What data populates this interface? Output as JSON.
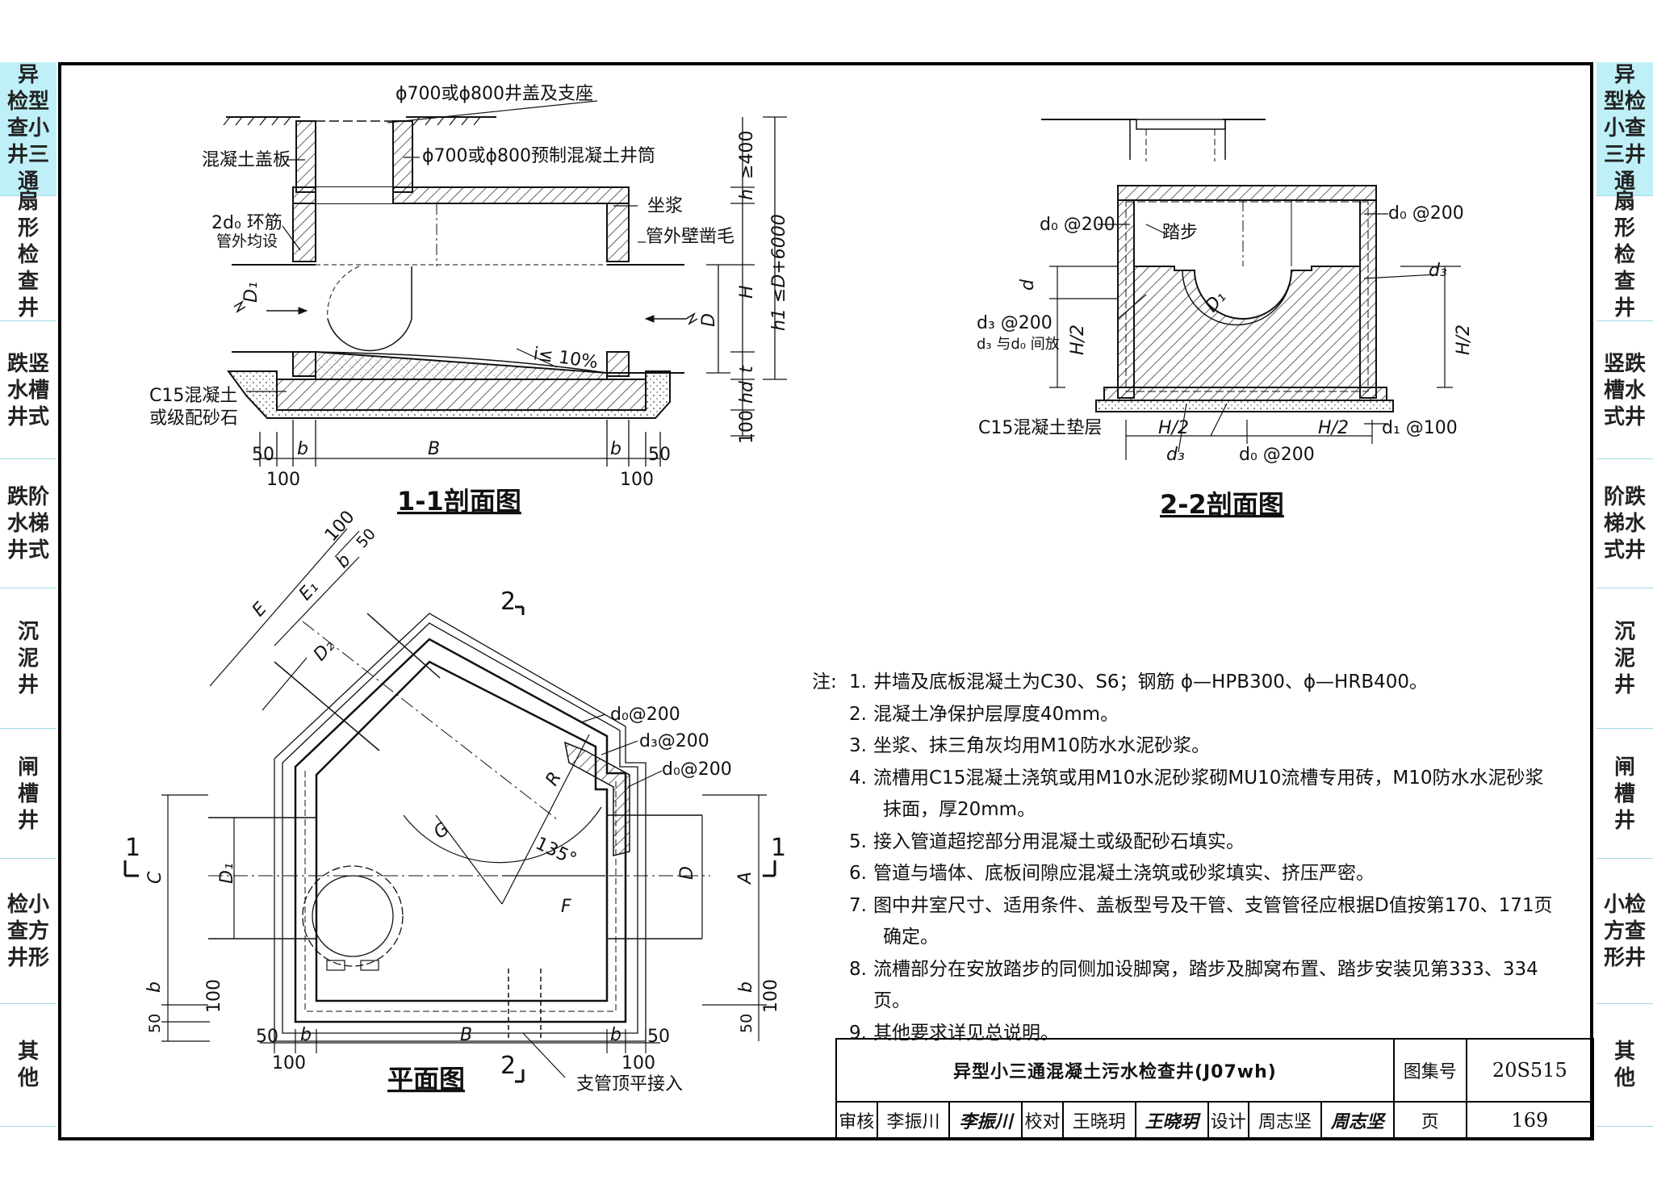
{
  "side_tabs_left": [
    {
      "label": "异\n检型\n查小\n井三\n通",
      "active": true
    },
    {
      "label": "扇\n形\n检\n查\n井",
      "active": false
    },
    {
      "label": "跌竖\n水槽\n井式",
      "active": false
    },
    {
      "label": "跌阶\n水梯\n井式",
      "active": false
    },
    {
      "label": "沉\n泥\n井",
      "active": false
    },
    {
      "label": "闸\n槽\n井",
      "active": false
    },
    {
      "label": "检小\n查方\n井形",
      "active": false
    },
    {
      "label": "其\n他",
      "active": false
    }
  ],
  "side_tabs_right": [
    {
      "label": "异\n型检\n小查\n三井\n通",
      "active": true
    },
    {
      "label": "扇\n形\n检\n查\n井",
      "active": false
    },
    {
      "label": "竖跌\n槽水\n式井",
      "active": false
    },
    {
      "label": "阶跌\n梯水\n式井",
      "active": false
    },
    {
      "label": "沉\n泥\n井",
      "active": false
    },
    {
      "label": "闸\n槽\n井",
      "active": false
    },
    {
      "label": "小检\n方查\n形井",
      "active": false
    },
    {
      "label": "其\n他",
      "active": false
    }
  ],
  "section11": {
    "title": "1-1剖面图",
    "cover": "ϕ700或ϕ800井盖及支座",
    "shaft": "ϕ700或ϕ800预制混凝土井筒",
    "cover_slab": "混凝土盖板",
    "ring_bar": "2d₀ 环筋",
    "ring_bar2": "管外均设",
    "mortar": "坐浆",
    "chisel": "管外壁凿毛",
    "slope": "i≤ 10%",
    "c15": "C15混凝土",
    "c15b": "或级配砂石",
    "dims": {
      "D1": "D₁",
      "D": "D",
      "h": "h",
      "h_req": "≥400",
      "H": "H",
      "t": "t",
      "hd": "hd",
      "h1": "h1 ≤D+6000",
      "d100": "100",
      "B": "B",
      "b": "b",
      "n50": "50",
      "n100": "100"
    }
  },
  "section22": {
    "title": "2-2剖面图",
    "d0_200": "d₀ @200",
    "step": "踏步",
    "d": "d",
    "D1": "D₁",
    "d3": "d₃",
    "d3_200": "d₃ @200",
    "d3_d0": "d₃ 与d₀ 间放",
    "H2": "H/2",
    "c15": "C15混凝土垫层",
    "d1_100": "d₁ @100",
    "d0_200b": "d₀ @200"
  },
  "plan": {
    "title": "平面图",
    "cut2": "2",
    "cut1": "1",
    "E": "E",
    "E1": "E₁",
    "D2": "D₂",
    "b": "b",
    "n100": "100",
    "n50": "50",
    "d0_200": "d₀@200",
    "d3_200": "d₃@200",
    "d0_200b": "d₀@200",
    "R": "R",
    "G": "G",
    "angle": "135°",
    "F": "F",
    "C": "C",
    "D1": "D₁",
    "D": "D",
    "A": "A",
    "B": "B",
    "branch": "支管顶平接入"
  },
  "notes": {
    "prefix": "注:",
    "items": [
      {
        "num": "1.",
        "text": "井墙及底板混凝土为C30、S6；钢筋 ϕ—HPB300、ϕ—HRB400。"
      },
      {
        "num": "2.",
        "text": "混凝土净保护层厚度40mm。"
      },
      {
        "num": "3.",
        "text": "坐浆、抹三角灰均用M10防水水泥砂浆。"
      },
      {
        "num": "4.",
        "text": "流槽用C15混凝土浇筑或用M10水泥砂浆砌MU10流槽专用砖，M10防水水泥砂浆"
      },
      {
        "num": "",
        "text": "抹面，厚20mm。"
      },
      {
        "num": "5.",
        "text": "接入管道超挖部分用混凝土或级配砂石填实。"
      },
      {
        "num": "6.",
        "text": "管道与墙体、底板间隙应混凝土浇筑或砂浆填实、挤压严密。"
      },
      {
        "num": "7.",
        "text": "图中井室尺寸、适用条件、盖板型号及干管、支管管径应根据D值按第170、171页"
      },
      {
        "num": "",
        "text": "确定。"
      },
      {
        "num": "8.",
        "text": "流槽部分在安放踏步的同侧加设脚窝，踏步及脚窝布置、踏步安装见第333、334页。"
      },
      {
        "num": "9.",
        "text": "其他要求详见总说明。"
      }
    ]
  },
  "titleblock": {
    "title": "异型小三通混凝土污水检查井(J07wh)",
    "atlas_label": "图集号",
    "atlas_no": "20S515",
    "review_label": "审核",
    "reviewer": "李振川",
    "reviewer_sig": "李振川",
    "check_label": "校对",
    "checker": "王晓玥",
    "checker_sig": "王晓玥",
    "design_label": "设计",
    "designer": "周志坚",
    "designer_sig": "周志坚",
    "page_label": "页",
    "page_no": "169"
  }
}
